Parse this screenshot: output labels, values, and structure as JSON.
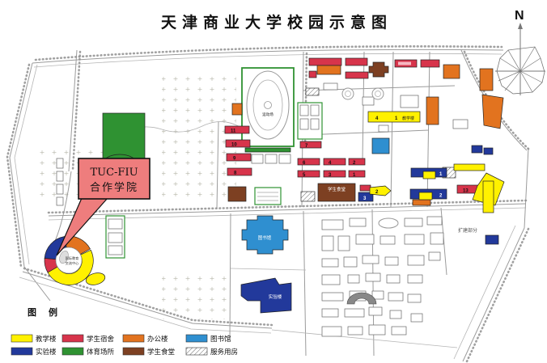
{
  "title": "天津商业大学校园示意图",
  "compass": {
    "label": "N"
  },
  "callout": {
    "line1": "TUC-FIU",
    "line2": "合作学院",
    "fill": "#ee7d7d"
  },
  "map": {
    "labels": {
      "sports_field": "运动场",
      "library": "图书馆",
      "laboratory": "实验楼",
      "student_canteen": "学生食堂",
      "expansion_area": "扩建部分",
      "teaching_building": "教学楼",
      "intl_center_line1": "国际教育",
      "intl_center_line2": "交流中心"
    },
    "numbers": {
      "dorm_7": "7",
      "dorm_6": "6",
      "dorm_5": "5",
      "dorm_4": "4",
      "dorm_3": "3",
      "dorm_2": "2",
      "dorm_1": "1",
      "dorm_11": "11",
      "dorm_10": "10",
      "dorm_9": "9",
      "dorm_8": "8",
      "teach_4": "4",
      "teach_1": "1",
      "teach_2": "2",
      "teach_3": "3",
      "bldg_13": "13",
      "blue_1": "1",
      "blue_2": "2",
      "blue_3": "3"
    }
  },
  "legend": {
    "title": "图 例",
    "items": [
      {
        "label": "教学楼",
        "color": "#fff100"
      },
      {
        "label": "学生宿舍",
        "color": "#d7344b"
      },
      {
        "label": "办公楼",
        "color": "#e2731f"
      },
      {
        "label": "图书馆",
        "color": "#2f8fd0"
      },
      {
        "label": "实验楼",
        "color": "#22399b"
      },
      {
        "label": "体育场所",
        "color": "#2f9232"
      },
      {
        "label": "学生食堂",
        "color": "#7d4022"
      },
      {
        "label": "服务用房",
        "color": "#ffffff"
      }
    ]
  }
}
